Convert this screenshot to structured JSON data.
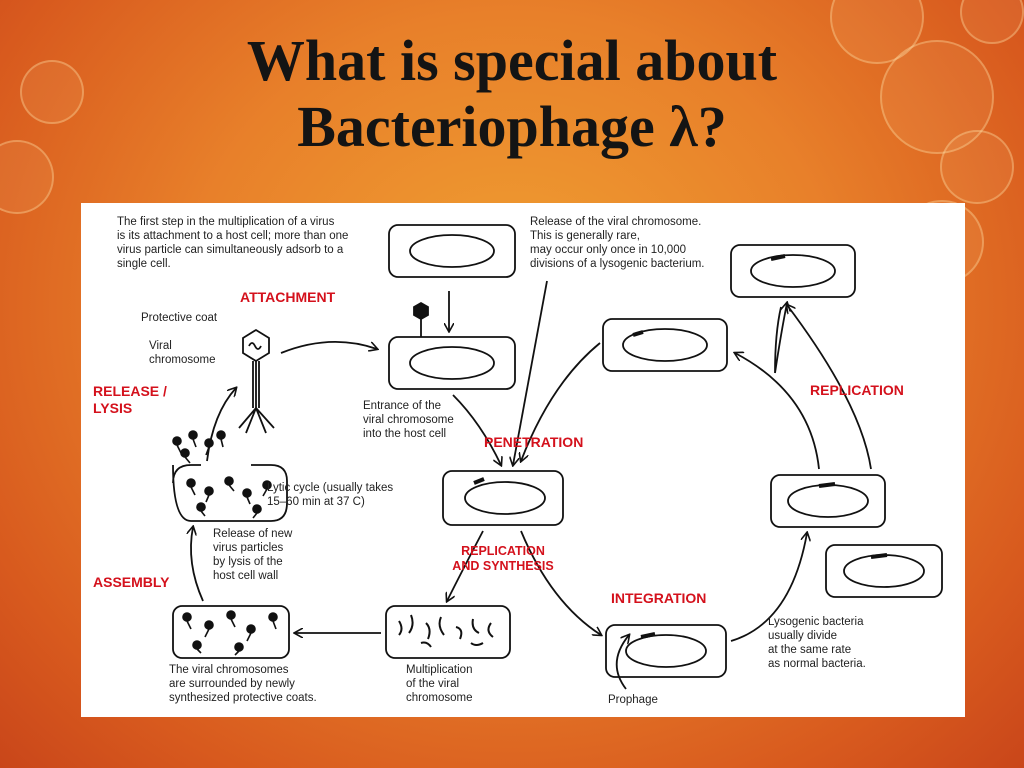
{
  "slide": {
    "title_line1": "What is special about",
    "title_line2": "Bacteriophage λ?"
  },
  "stages": {
    "attachment": "ATTACHMENT",
    "penetration": "PENETRATION",
    "replication_synthesis_1": "REPLICATION",
    "replication_synthesis_2": "AND SYNTHESIS",
    "assembly": "ASSEMBLY",
    "release_1": "RELEASE /",
    "release_2": "LYSIS",
    "replication": "REPLICATION",
    "integration": "INTEGRATION"
  },
  "notes": {
    "first_step": [
      "The first step in the multiplication of a virus",
      "is its attachment to a host cell; more than one",
      "virus particle can simultaneously adsorb to a",
      "single cell."
    ],
    "release_chromosome": [
      "Release of the viral chromosome.",
      "This is generally rare,",
      "may occur only once in 10,000",
      "divisions of a lysogenic bacterium."
    ],
    "protective_coat": "Protective coat",
    "viral_chromosome": [
      "Viral",
      "chromosome"
    ],
    "entrance": [
      "Entrance of the",
      "viral chromosome",
      "into the host cell"
    ],
    "lytic_cycle": [
      "Lytic cycle (usually takes",
      "15–60 min  at 37 C)"
    ],
    "release_new": [
      "Release of new",
      "virus particles",
      "by lysis of the",
      "host cell wall"
    ],
    "surrounded": [
      "The viral chromosomes",
      "are surrounded by newly",
      "synthesized protective coats."
    ],
    "multiplication": [
      "Multiplication",
      "of the viral",
      "chromosome"
    ],
    "prophage": "Prophage",
    "lysogenic": [
      "Lysogenic bacteria",
      "usually divide",
      "at the same rate",
      "as normal bacteria."
    ]
  },
  "colors": {
    "stage_label": "#d4111c",
    "background_top": "#f0a032",
    "background_bottom": "#c9461a"
  }
}
